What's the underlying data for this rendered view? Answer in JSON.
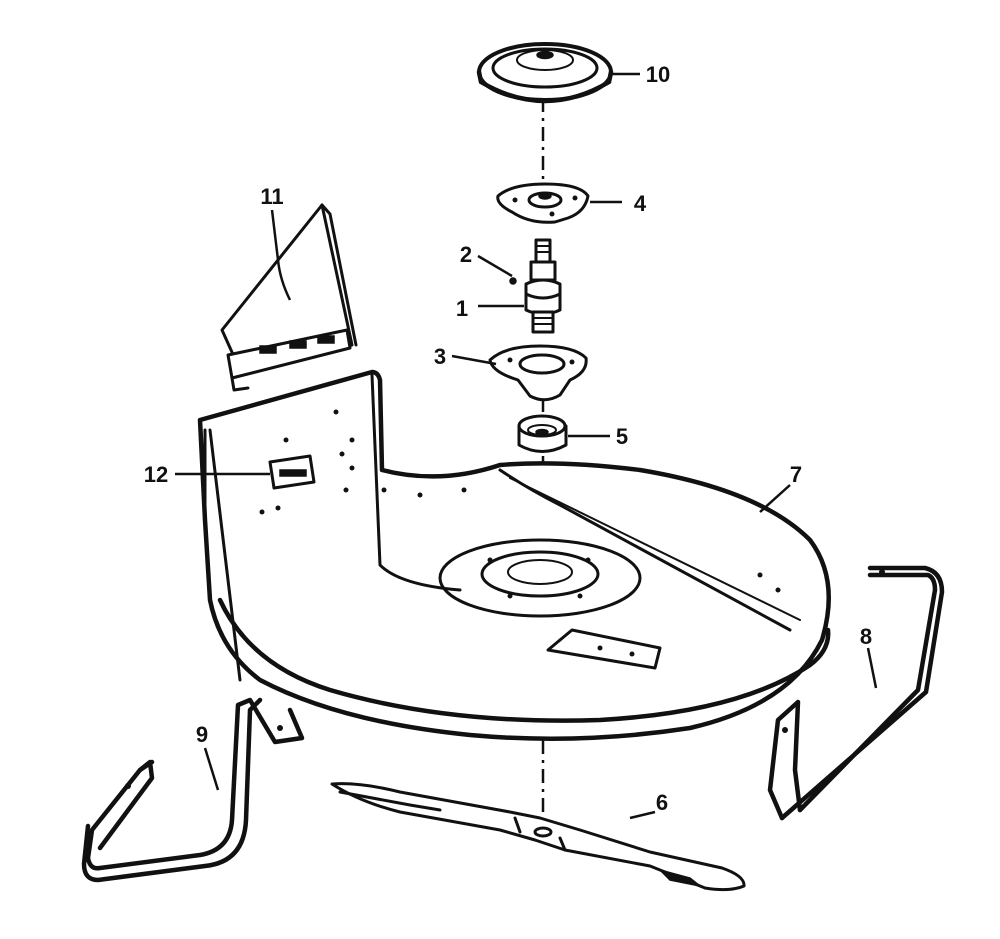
{
  "parts": [
    {
      "label": "1"
    },
    {
      "label": "2"
    },
    {
      "label": "3"
    },
    {
      "label": "4"
    },
    {
      "label": "5"
    },
    {
      "label": "6"
    },
    {
      "label": "7"
    },
    {
      "label": "8"
    },
    {
      "label": "9"
    },
    {
      "label": "10"
    },
    {
      "label": "11"
    },
    {
      "label": "12"
    }
  ],
  "colors": {
    "ink": "#111111",
    "background": "#ffffff"
  }
}
